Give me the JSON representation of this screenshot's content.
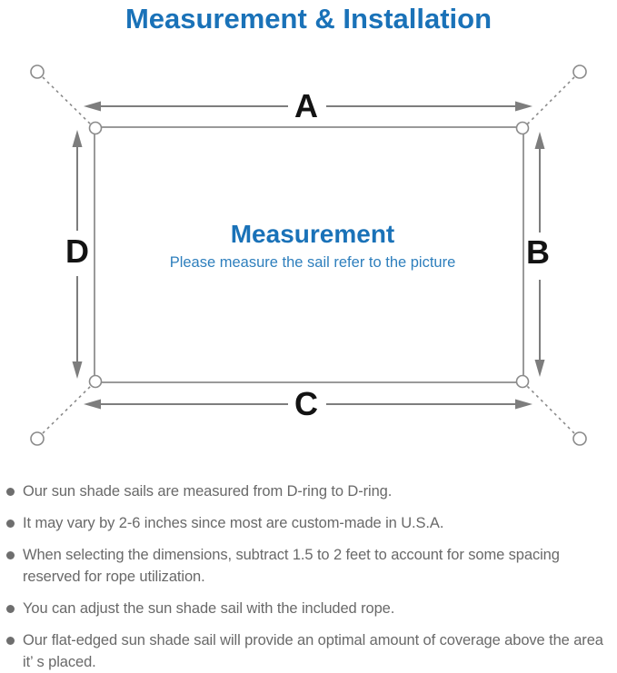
{
  "title": "Measurement & Installation",
  "diagram": {
    "heading": "Measurement",
    "subheading": "Please measure the sail refer to the picture",
    "labels": {
      "a": "A",
      "b": "B",
      "c": "C",
      "d": "D"
    }
  },
  "notes": [
    "Our sun shade sails are measured from D-ring to D-ring.",
    "It may vary by 2-6 inches since most are custom-made in U.S.A.",
    "When selecting the dimensions, subtract 1.5 to 2 feet to account for some spacing reserved for rope utilization.",
    "You can adjust the sun shade sail with the included rope.",
    "Our flat-edged sun shade sail will provide an optimal amount of coverage above the area it’ s placed."
  ],
  "colors": {
    "title_blue": "#1a72b8",
    "subtitle_blue": "#2e7fbd",
    "label_black": "#131313",
    "line_gray": "#7d7d7d",
    "outline_gray": "#9a9a9a",
    "note_text_gray": "#696969"
  }
}
